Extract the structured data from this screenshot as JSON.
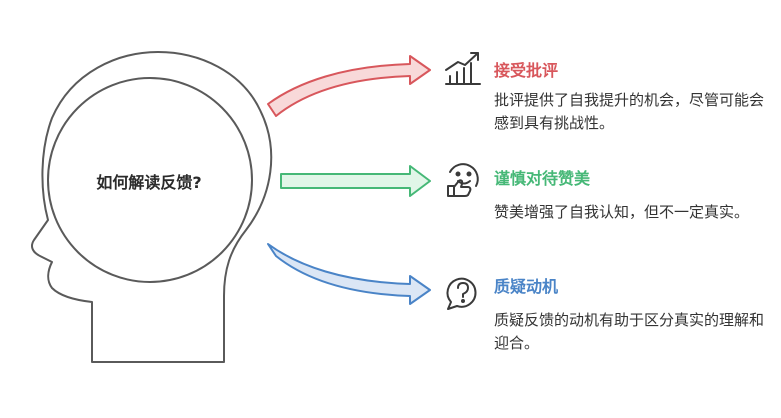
{
  "center_question": "如何解读反馈?",
  "items": [
    {
      "title": "接受批评",
      "description": "批评提供了自我提升的机会，尽管可能会感到具有挑战性。",
      "icon": "rising-chart-icon",
      "color": "#d8575c"
    },
    {
      "title": "谨慎对待赞美",
      "description": "赞美增强了自我认知，但不一定真实。",
      "icon": "thumbs-up-smiley-icon",
      "color": "#46b877"
    },
    {
      "title": "质疑动机",
      "description": "质疑反馈的动机有助于区分真实的理解和迎合。",
      "icon": "question-bubble-icon",
      "color": "#4a84c7"
    }
  ]
}
